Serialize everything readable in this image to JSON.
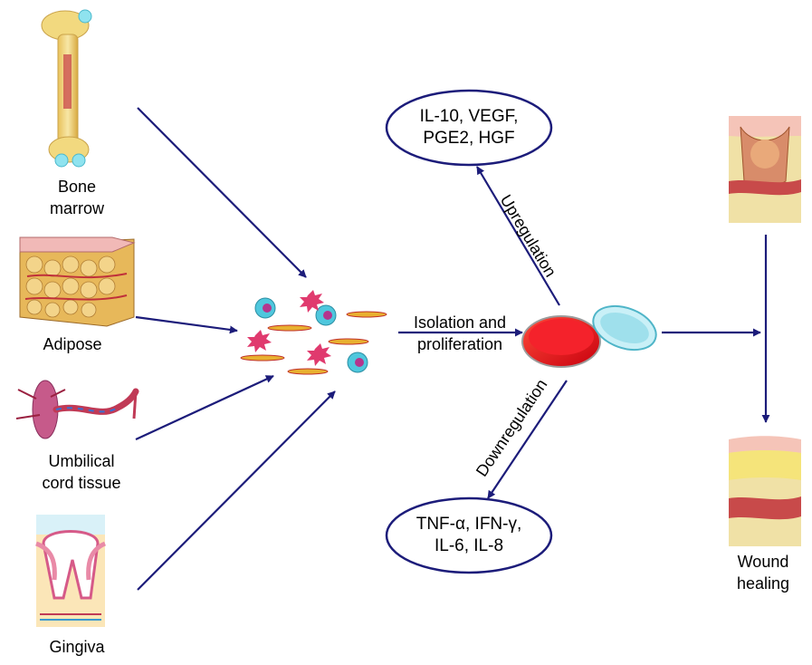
{
  "sources": {
    "bone_marrow": [
      "Bone",
      "marrow"
    ],
    "adipose": [
      "Adipose"
    ],
    "umbilical": [
      "Umbilical",
      "cord tissue"
    ],
    "gingiva": [
      "Gingiva"
    ]
  },
  "process": {
    "isolation": [
      "Isolation and",
      "proliferation"
    ],
    "upregulation": "Upregulation",
    "downregulation": "Downregulation"
  },
  "upregulated_factors": [
    "IL-10, VEGF,",
    "PGE2, HGF"
  ],
  "downregulated_factors": [
    "TNF-α, IFN-γ,",
    "IL-6, IL-8"
  ],
  "outcome": [
    "Wound",
    "healing"
  ],
  "colors": {
    "arrow": "#1c1c7a",
    "oval_stroke": "#1c1c7a",
    "dish_red": "#e8141b",
    "dish_lid": "#9fe0ec",
    "cell_pink": "#e03a6e",
    "cell_purple": "#b4358d",
    "cell_cyan": "#4fc7dd"
  }
}
